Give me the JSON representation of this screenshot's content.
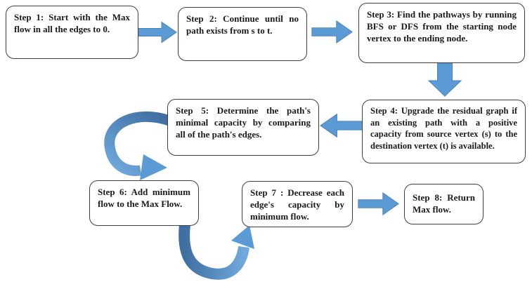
{
  "steps": [
    {
      "name": "step-1",
      "label": "Step 1:  Start with the Max flow in all the edges to 0."
    },
    {
      "name": "step-2",
      "label": "Step 2:  Continue until no path exists from s to t."
    },
    {
      "name": "step-3",
      "label": "Step 3:  Find the pathways by running BFS or DFS from the starting node vertex to the ending node."
    },
    {
      "name": "step-4",
      "label": "Step 4: Upgrade the residual graph if an existing path with a positive capacity from source vertex (s) to the destination vertex (t) is available."
    },
    {
      "name": "step-5",
      "label": "Step 5:  Determine the path's minimal capacity by comparing all of the path's edges."
    },
    {
      "name": "step-6",
      "label": "Step 6:  Add minimum flow to the Max Flow."
    },
    {
      "name": "step-7",
      "label": "Step 7 : Decrease each edge's capacity by minimum flow."
    },
    {
      "name": "step-8",
      "label": "Step 8:  Return Max flow."
    }
  ],
  "connections": [
    {
      "from": "step-1",
      "to": "step-2",
      "style": "block-arrow-right"
    },
    {
      "from": "step-2",
      "to": "step-3",
      "style": "block-arrow-right"
    },
    {
      "from": "step-3",
      "to": "step-4",
      "style": "block-arrow-down"
    },
    {
      "from": "step-4",
      "to": "step-5",
      "style": "block-arrow-left"
    },
    {
      "from": "step-5",
      "to": "step-6",
      "style": "curved-arrow"
    },
    {
      "from": "step-6",
      "to": "step-7",
      "style": "curved-arrow"
    },
    {
      "from": "step-7",
      "to": "step-8",
      "style": "block-arrow-right"
    }
  ],
  "colors": {
    "arrow_fill": "#5b9bd5",
    "arrow_edge": "#4a80b8",
    "curve_dark": "#3f6fa0",
    "curve_light": "#6fa8dc",
    "box_border": "#3f3f3f",
    "text": "#1a1a1a",
    "background": "#ffffff"
  }
}
